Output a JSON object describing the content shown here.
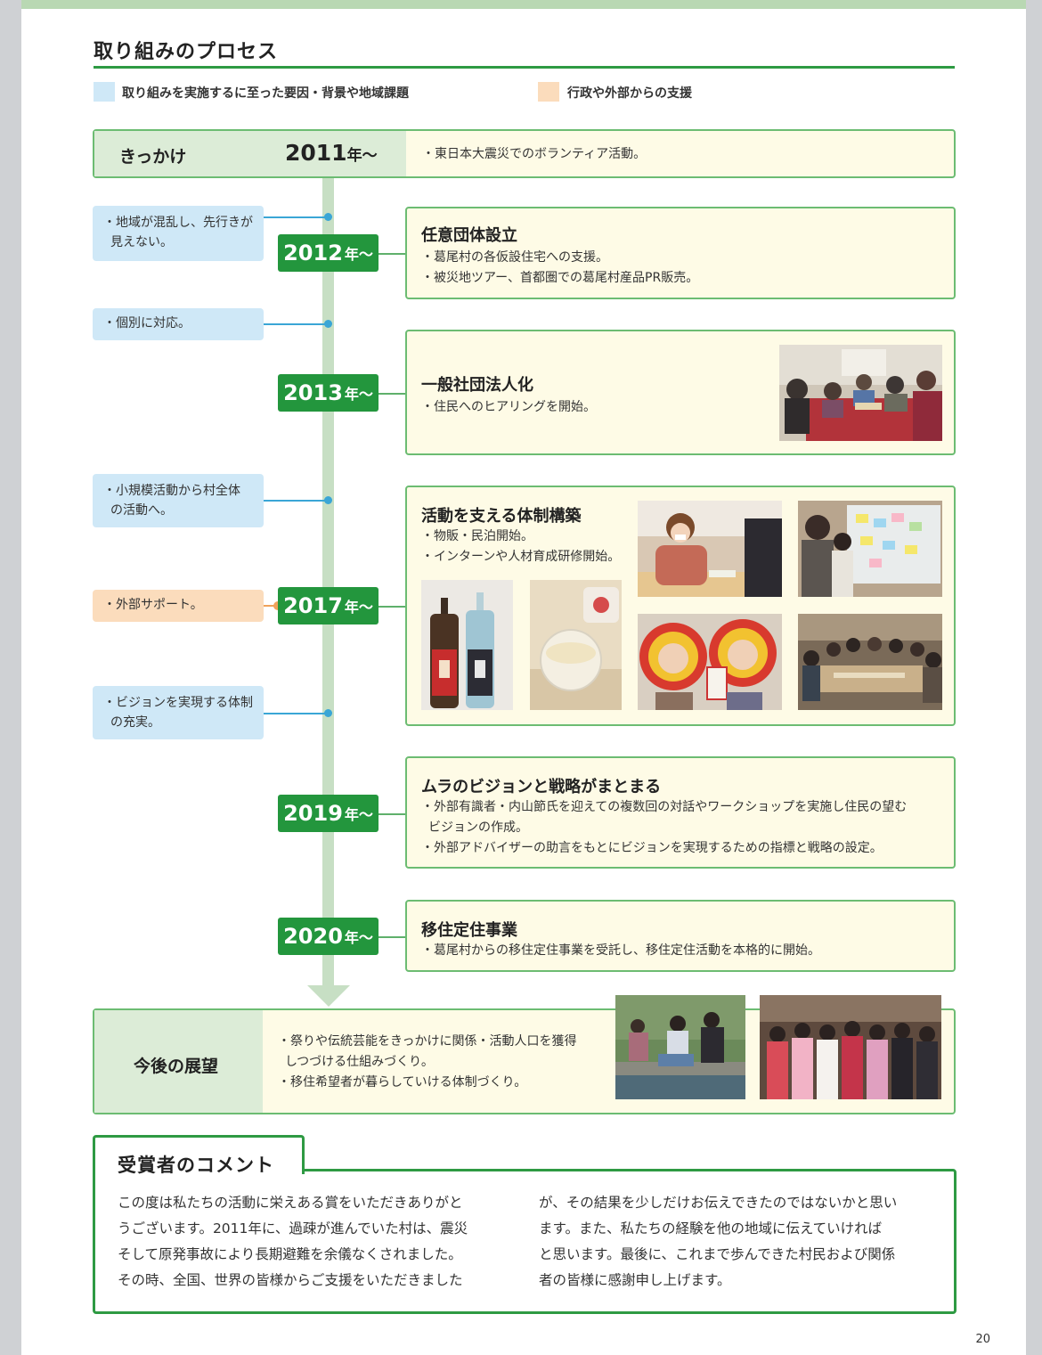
{
  "section": {
    "title": "取り組みのプロセス"
  },
  "legend": [
    {
      "label": "取り組みを実施するに至った要因・背景や地域課題",
      "color": "#cfe8f7"
    },
    {
      "label": "行政や外部からの支援",
      "color": "#fbdcbc"
    }
  ],
  "start": {
    "label": "きっかけ",
    "year": "2011",
    "unit": "年～",
    "text": "・東日本大震災でのボランティア活動。"
  },
  "causes": [
    {
      "lines": [
        "・地域が混乱し、先行きが",
        "見えない。"
      ]
    },
    {
      "lines": [
        "・個別に対応。"
      ]
    },
    {
      "lines": [
        "・小規模活動から村全体",
        "の活動へ。"
      ]
    },
    {
      "lines": [
        "・ビジョンを実現する体制",
        "の充実。"
      ]
    }
  ],
  "support": {
    "text": "・外部サポート。"
  },
  "milestones": [
    {
      "year": "2012",
      "unit": "年～",
      "title": "任意団体設立",
      "lines": [
        "・葛尾村の各仮設住宅への支援。",
        "・被災地ツアー、首都圏での葛尾村産品PR販売。"
      ]
    },
    {
      "year": "2013",
      "unit": "年～",
      "title": "一般社団法人化",
      "lines": [
        "・住民へのヒアリングを開始。"
      ]
    },
    {
      "year": "2017",
      "unit": "年～",
      "title": "活動を支える体制構築",
      "lines": [
        "・物販・民泊開始。",
        "・インターンや人材育成研修開始。"
      ]
    },
    {
      "year": "2019",
      "unit": "年～",
      "title": "ムラのビジョンと戦略がまとまる",
      "lines": [
        "・外部有識者・内山節氏を迎えての複数回の対話やワークショップを実施し住民の望む",
        "ビジョンの作成。",
        "・外部アドバイザーの助言をもとにビジョンを実現するための指標と戦略の設定。"
      ]
    },
    {
      "year": "2020",
      "unit": "年～",
      "title": "移住定住事業",
      "lines": [
        "・葛尾村からの移住定住事業を受託し、移住定住活動を本格的に開始。"
      ]
    }
  ],
  "future": {
    "label": "今後の展望",
    "lines": [
      "・祭りや伝統芸能をきっかけに関係・活動人口を獲得",
      "しつづける仕組みづくり。",
      "・移住希望者が暮らしていける体制づくり。"
    ]
  },
  "comment": {
    "title": "受賞者のコメント",
    "left": [
      "この度は私たちの活動に栄えある賞をいただきありがと",
      "うございます。2011年に、過疎が進んでいた村は、震災",
      "そして原発事故により長期避難を余儀なくされました。",
      "その時、全国、世界の皆様からご支援をいただきました"
    ],
    "right": [
      "が、その結果を少しだけお伝えできたのではないかと思い",
      "ます。また、私たちの経験を他の地域に伝えていければ",
      "と思います。最後に、これまで歩んできた村民および関係",
      "者の皆様に感謝申し上げます。"
    ]
  },
  "page_number": "20"
}
